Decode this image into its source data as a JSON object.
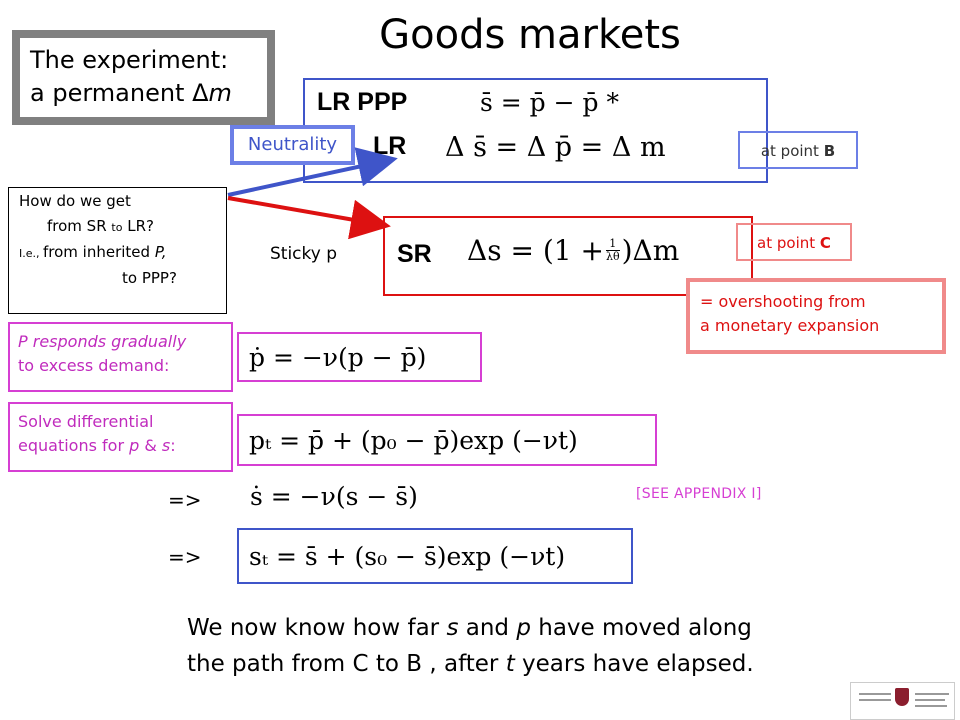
{
  "slide": {
    "title": "Goods markets",
    "experiment": {
      "line1": "The experiment:",
      "line2": "a permanent Δ",
      "var": "m"
    },
    "neutrality_label": "Neutrality",
    "lr_box": {
      "ppp_label": "LR PPP",
      "ppp_eq": "s̄ = p̄ − p̄ *",
      "lr_label": "LR",
      "lr_eq": "Δ s̄ = Δ p̄ = Δ m"
    },
    "note_b": {
      "text": "at point ",
      "point": "B"
    },
    "question": {
      "l1": "How do we get",
      "l2a": "from SR ",
      "l2b": "to",
      "l2c": " LR?",
      "l3a": "I.e., ",
      "l3b": "from inherited ",
      "l3c": "P,",
      "l4": "to PPP?"
    },
    "sticky_label": "Sticky p",
    "sr_box": {
      "label": "SR",
      "eq_lhs": "Δs =",
      "eq_rhs": "(1 + ",
      "frac_num": "1",
      "frac_den": "λθ",
      "eq_end": ")Δm"
    },
    "note_c": {
      "text": "at point ",
      "point": "C"
    },
    "overshoot": {
      "l1": "= overshooting from",
      "l2": "a monetary expansion"
    },
    "p_gradual": {
      "l1": "P responds gradually",
      "l2": "to excess demand:"
    },
    "pdot_eq": "ṗ =  −ν(p − p̄)",
    "solve": {
      "l1": "Solve differential",
      "l2a": "equations for ",
      "l2b": "p",
      "l2c": " & ",
      "l2d": "s",
      "l2e": ":"
    },
    "pt_eq": "pₜ = p̄ +  (p₀ − p̄)exp (−νt)",
    "arrow1": "=>",
    "sdot_eq": "ṡ = −ν(s − s̄)",
    "appendix": "[SEE APPENDIX I]",
    "arrow2": "=>",
    "st_eq": "sₜ = s̄ + (s₀ − s̄)exp (−νt)",
    "conclusion": {
      "l1a": "We now know how far ",
      "l1b": "s",
      "l1c": " and ",
      "l1d": "p",
      "l1e": " have moved along",
      "l2a": "the path from C to B , after ",
      "l2b": "t",
      "l2c": " years have elapsed."
    },
    "colors": {
      "blue": "#3f55c9",
      "red": "#dd1111",
      "magenta": "#d63fd3",
      "gray": "#808080",
      "pink": "#f08a8a"
    }
  }
}
